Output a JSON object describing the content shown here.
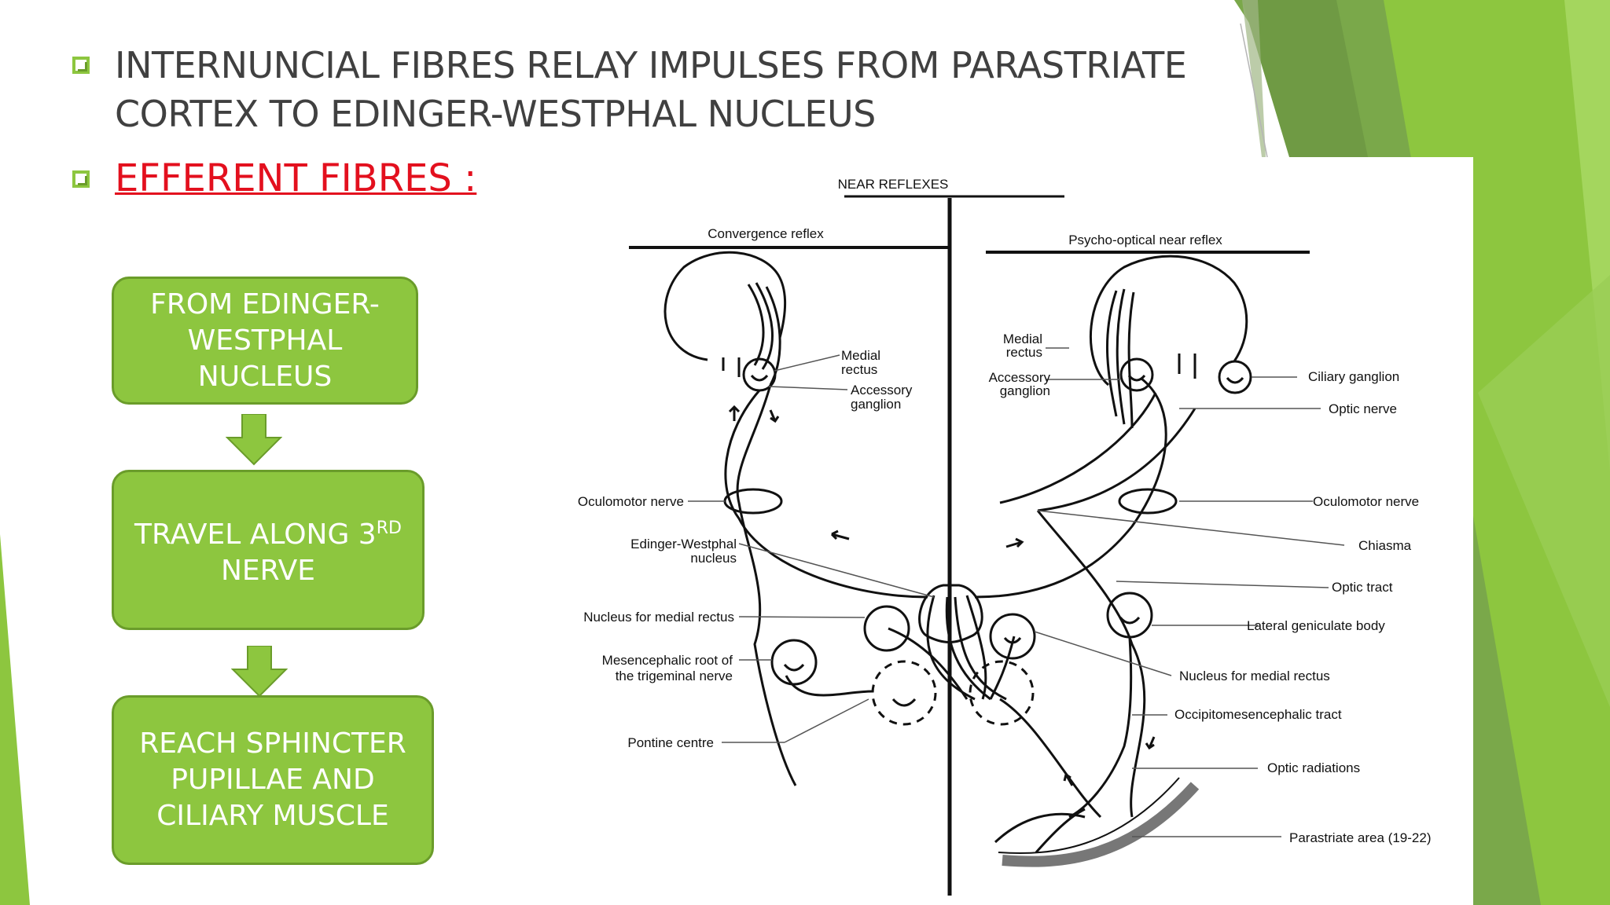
{
  "slide": {
    "bullet1_line1": "INTERNUNCIAL FIBRES RELAY IMPULSES FROM PARASTRIATE",
    "bullet1_line2": "CORTEX TO EDINGER-WESTPHAL NUCLEUS",
    "bullet2": "EFFERENT FIBRES :"
  },
  "flow": {
    "box1": [
      "FROM EDINGER-",
      "WESTPHAL",
      "NUCLEUS"
    ],
    "box2_line1": "TRAVEL ALONG 3",
    "box2_sup": "RD",
    "box2_line2": "NERVE",
    "box3": [
      "REACH SPHINCTER",
      "PUPILLAE AND",
      "CILIARY MUSCLE"
    ]
  },
  "diagram": {
    "title": "NEAR REFLEXES",
    "left_header": "Convergence reflex",
    "right_header": "Psycho-optical near reflex",
    "left_labels": {
      "medial_rectus": [
        "Medial",
        "rectus"
      ],
      "accessory_ganglion": [
        "Accessory",
        "ganglion"
      ],
      "oculomotor_nerve": "Oculomotor nerve",
      "edinger_westphal": [
        "Edinger-Westphal",
        "nucleus"
      ],
      "nucleus_medial_rectus": "Nucleus for medial rectus",
      "mesencephalic": [
        "Mesencephalic root of",
        "the trigeminal nerve"
      ],
      "pontine": "Pontine centre"
    },
    "right_labels": {
      "medial_rectus": [
        "Medial",
        "rectus"
      ],
      "accessory_ganglion": [
        "Accessory",
        "ganglion"
      ],
      "ciliary_ganglion": "Ciliary ganglion",
      "optic_nerve": "Optic nerve",
      "oculomotor_nerve": "Oculomotor nerve",
      "chiasma": "Chiasma",
      "optic_tract": "Optic tract",
      "lgb": "Lateral geniculate body",
      "nucleus_medial_rectus": "Nucleus for medial rectus",
      "occipito": "Occipitomesencephalic tract",
      "optic_radiations": "Optic radiations",
      "parastriate": "Parastriate area (19-22)"
    }
  },
  "colors": {
    "accent_green": "#8dc63f",
    "dark_green": "#6a9c2a",
    "underline_red": "#e3101e",
    "text_gray": "#404040"
  }
}
